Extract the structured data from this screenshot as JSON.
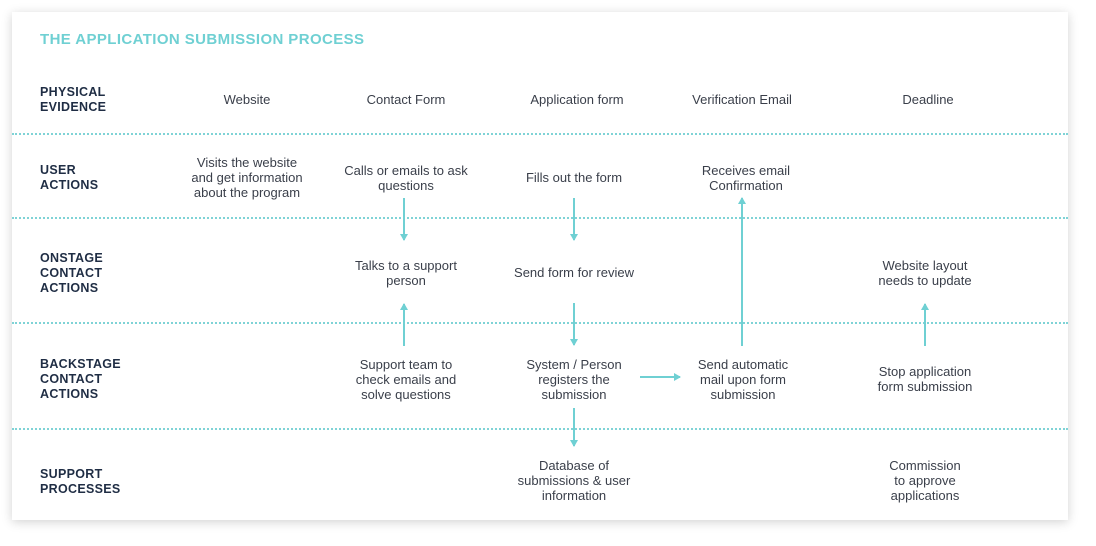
{
  "title": "THE APPLICATION SUBMISSION PROCESS",
  "rows": [
    {
      "label": "PHYSICAL\nEVIDENCE"
    },
    {
      "label": "USER\nACTIONS"
    },
    {
      "label": "ONSTAGE\nCONTACT\nACTIONS"
    },
    {
      "label": "BACKSTAGE\nCONTACT\nACTIONS"
    },
    {
      "label": "SUPPORT\nPROCESSES"
    }
  ],
  "evidence": [
    "Website",
    "Contact Form",
    "Application form",
    "Verification Email",
    "Deadline"
  ],
  "user_actions": [
    "Visits the website\nand get information\nabout the program",
    "Calls or emails to ask\nquestions",
    "Fills out the form",
    "Receives email\nConfirmation"
  ],
  "onstage": [
    "Talks to a support\nperson",
    "Send form for review",
    "Website layout\nneeds to update"
  ],
  "backstage": [
    "Support team to\ncheck emails and\nsolve questions",
    "System / Person\nregisters the\nsubmission",
    "Send automatic\nmail upon form\nsubmission",
    "Stop application\nform submission"
  ],
  "support": [
    "Database of\nsubmissions & user\ninformation",
    "Commission\nto approve\napplications"
  ],
  "colors": {
    "accent": "#6fd0d3",
    "label": "#1f2d44",
    "text": "#3a3f4a"
  }
}
